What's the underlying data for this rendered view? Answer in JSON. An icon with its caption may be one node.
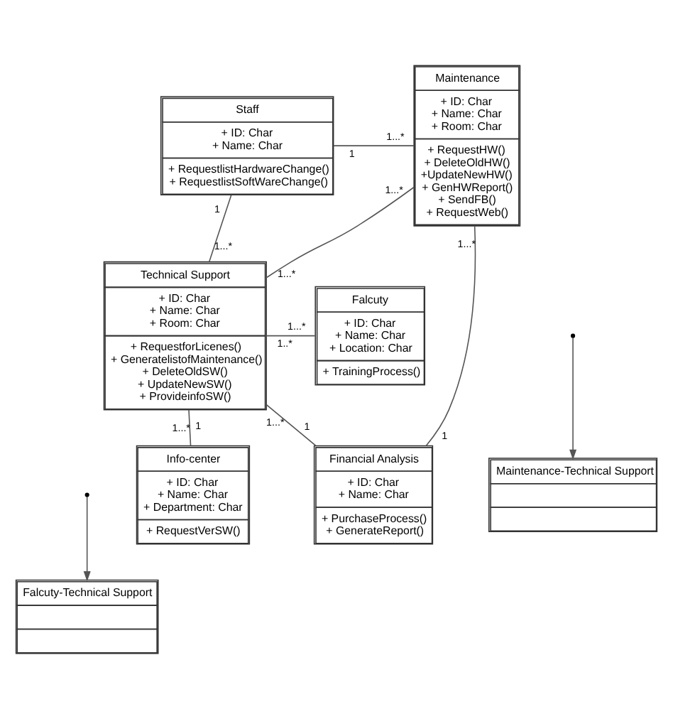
{
  "diagram": {
    "nodes": [
      {
        "text": [
          "Staff",
          "+ ID: Char",
          "+ Name: Char",
          "+ RequestlistHardwareChange()",
          "+ RequestlistSoftWareChange()"
        ]
      },
      {
        "text": [
          "Maintenance",
          "+ ID: Char",
          "+ Name: Char",
          "+ Room: Char",
          "+ RequestHW()",
          "+ DeleteOldHW()",
          "+UpdateNewHW()",
          "+ GenHWReport()",
          "+ SendFB()",
          "+ RequestWeb()"
        ]
      },
      {
        "text": [
          "Maintenance-Technical Support"
        ]
      },
      {
        "text": [
          "Technical Support",
          "+ ID: Char",
          "+ Name: Char",
          "+ Room: Char",
          "+ RequestforLicenes()",
          "+ GeneratelistofMaintenance()",
          "+ DeleteOldSW()",
          "+ UpdateNewSW()",
          "+ ProvideinfoSW()"
        ]
      },
      {
        "text": [
          "Falcuty",
          "+ ID: Char",
          "+ Name: Char",
          "+ Location: Char",
          "+ TrainingProcess()"
        ]
      },
      {
        "text": [
          "Falcuty-Technical Support"
        ]
      },
      {
        "text": [
          "Financial Analysis",
          "+ ID: Char",
          "+ Name: Char",
          "+ PurchaseProcess()",
          "+ GenerateReport()"
        ]
      },
      {
        "text": [
          "Info-center",
          "+ ID: Char",
          "+ Name: Char",
          "+ Department: Char",
          "+ RequestVerSW()"
        ]
      }
    ],
    "edges": [
      {
        "from": 0,
        "to": 1,
        "arrow": "none"
      },
      {
        "from": 0,
        "to": 3,
        "arrow": "none"
      },
      {
        "from": 1,
        "to": 3,
        "arrow": "none"
      },
      {
        "from": null,
        "to": 2,
        "arrow": "to"
      },
      {
        "from": 1,
        "to": 6,
        "arrow": "none"
      },
      {
        "from": 3,
        "to": 7,
        "arrow": "none"
      },
      {
        "from": 3,
        "to": 4,
        "arrow": "none"
      },
      {
        "from": null,
        "to": 5,
        "arrow": "to"
      },
      {
        "from": 3,
        "to": 6,
        "arrow": "none"
      }
    ],
    "labels": [
      "1",
      "1...*",
      "1",
      "1...*",
      "1...*",
      "1...*",
      "1...*",
      "1...*",
      "1..*",
      "1...*",
      "1...*",
      "1",
      "1",
      "1"
    ]
  }
}
